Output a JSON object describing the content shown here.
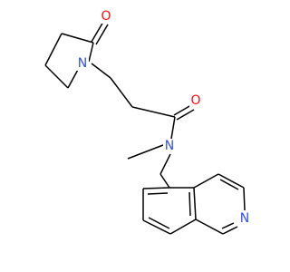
{
  "colors": {
    "bond": "#000000",
    "oxygen": "#ff0d0d",
    "nitrogen": "#3050f8",
    "background": "#ffffff"
  },
  "atoms": {
    "lactam_oxygen": "O",
    "pyrrolidinone_nitrogen": "N",
    "amide_oxygen": "O",
    "amide_nitrogen": "N",
    "isoquinoline_nitrogen": "N"
  }
}
